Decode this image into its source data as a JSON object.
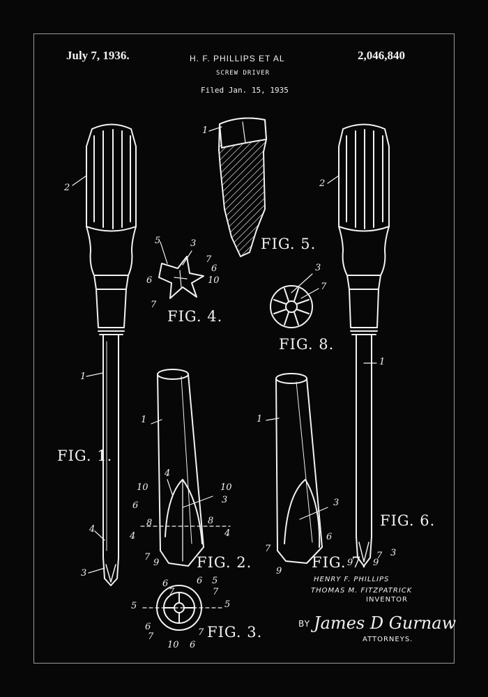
{
  "header": {
    "date": "July 7, 1936.",
    "inventor": "H. F. PHILLIPS ET AL",
    "patent_number": "2,046,840",
    "title": "SCREW DRIVER",
    "filed": "Filed Jan. 15, 1935"
  },
  "figures": {
    "fig1": "FIG. 1.",
    "fig2": "FIG. 2.",
    "fig3": "FIG. 3.",
    "fig4": "FIG. 4.",
    "fig5": "FIG. 5.",
    "fig6": "FIG. 6.",
    "fig7": "FIG. 7.",
    "fig8": "FIG. 8."
  },
  "reference_numerals": {
    "n1": "1",
    "n2": "2",
    "n3": "3",
    "n4": "4",
    "n5": "5",
    "n6": "6",
    "n7": "7",
    "n8": "8",
    "n9": "9",
    "n10": "10"
  },
  "signature": {
    "inventor1": "HENRY F. PHILLIPS",
    "inventor2": "THOMAS M. FITZPATRICK",
    "inventor_label": "INVENTOR",
    "by": "BY",
    "attorney": "James D Gurnaw",
    "attorneys_label": "ATTORNEYS."
  },
  "colors": {
    "background": "#070707",
    "ink": "#f2f2f2",
    "border": "#9a9a9a"
  }
}
